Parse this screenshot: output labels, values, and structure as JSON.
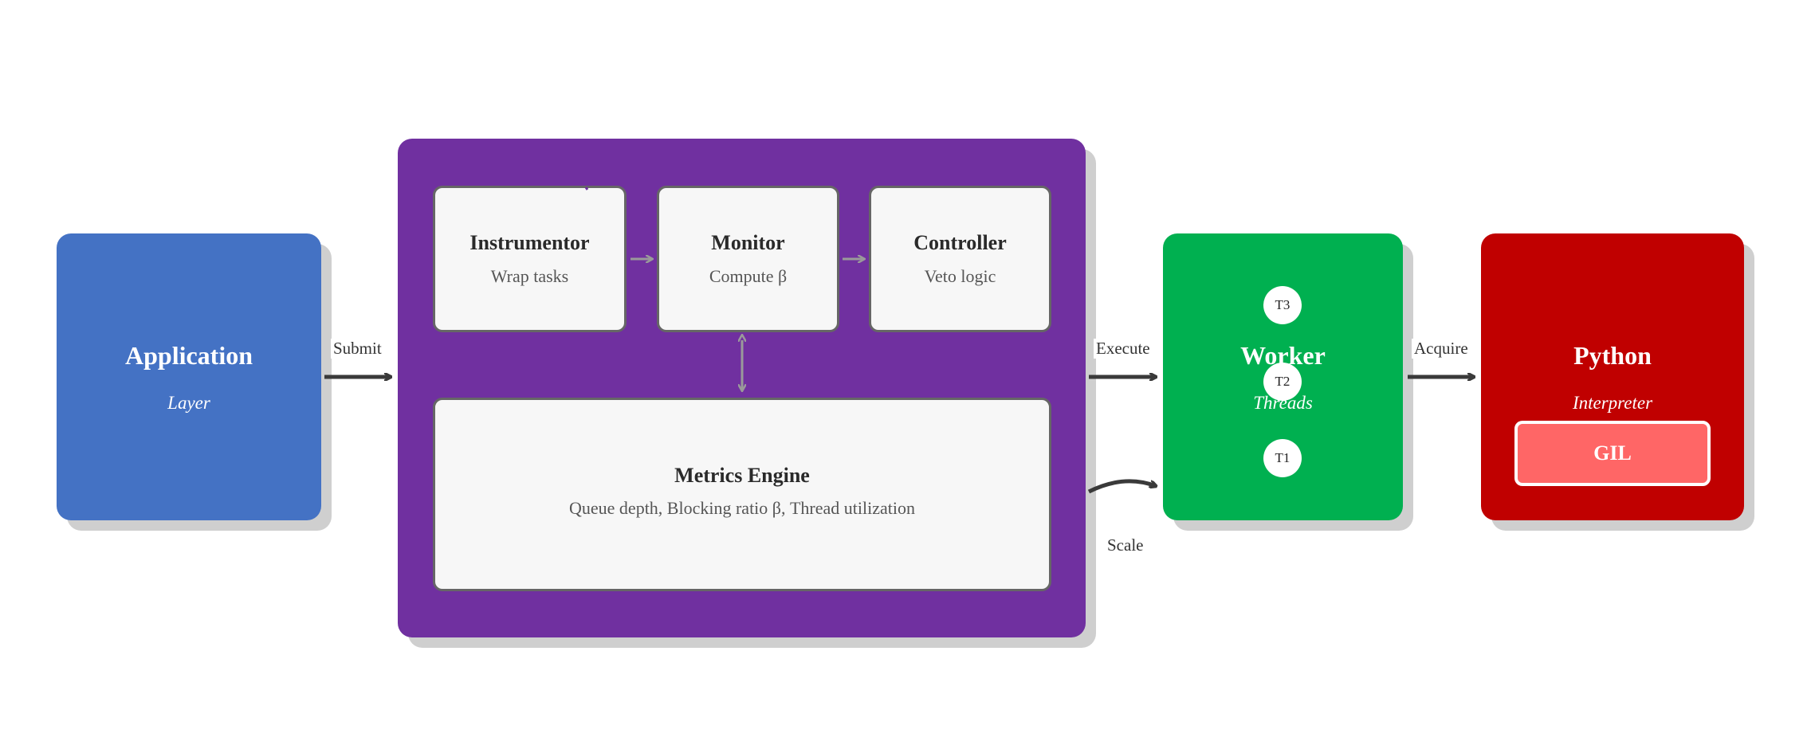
{
  "application": {
    "title": "Application",
    "subtitle": "Layer",
    "color": "#4472c4"
  },
  "controller_group": {
    "color": "#7030a0",
    "instrumentor": {
      "title": "Instrumentor",
      "subtitle": "Wrap tasks"
    },
    "monitor": {
      "title": "Monitor",
      "subtitle": "Compute β"
    },
    "controller": {
      "title": "Controller",
      "subtitle": "Veto logic"
    },
    "metrics_engine": {
      "title": "Metrics Engine",
      "subtitle": "Queue depth, Blocking ratio β, Thread utilization"
    }
  },
  "worker": {
    "title": "Worker",
    "subtitle": "Threads",
    "color": "#00b050",
    "threads": [
      "T3",
      "T2",
      "T1"
    ]
  },
  "python": {
    "title": "Python",
    "subtitle": "Interpreter",
    "color": "#c00000",
    "lock": "GIL"
  },
  "edges": {
    "submit": "Submit",
    "execute": "Execute",
    "scale": "Scale",
    "acquire": "Acquire"
  }
}
